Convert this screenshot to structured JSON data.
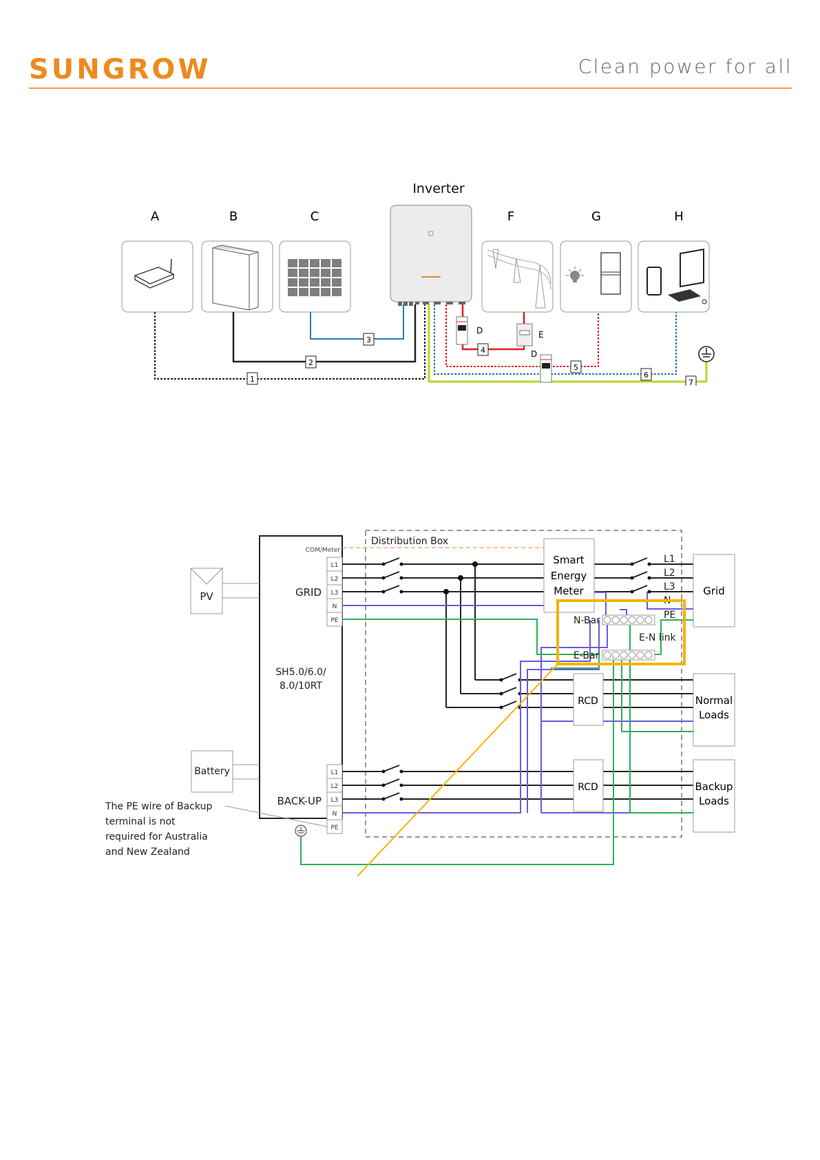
{
  "header": {
    "brand": "SUNGROW",
    "tagline": "Clean power for all",
    "brand_color": "#ee8a1d",
    "rule_color": "#f0a040"
  },
  "system_diagram": {
    "inverter_label": "Inverter",
    "components": [
      {
        "letter": "A",
        "name": "router",
        "icon": "router-icon"
      },
      {
        "letter": "B",
        "name": "battery",
        "icon": "battery-icon"
      },
      {
        "letter": "C",
        "name": "pv-panel",
        "icon": "solar-panel-icon"
      },
      {
        "letter": "F",
        "name": "grid",
        "icon": "power-tower-icon"
      },
      {
        "letter": "G",
        "name": "loads",
        "icon": "bulb-fridge-icon"
      },
      {
        "letter": "H",
        "name": "monitoring",
        "icon": "phone-computer-icon"
      }
    ],
    "breaker_label_1": "D",
    "breaker_label_2": "D",
    "meter_label": "E",
    "cables": [
      {
        "num": "1",
        "style": "dotted",
        "color": "#222222"
      },
      {
        "num": "2",
        "style": "solid",
        "color": "#222222"
      },
      {
        "num": "3",
        "style": "solid",
        "color": "#2a7ab8"
      },
      {
        "num": "4",
        "style": "solid",
        "color": "#e02020"
      },
      {
        "num": "5",
        "style": "dotted",
        "color": "#e02020"
      },
      {
        "num": "6",
        "style": "dotted",
        "color": "#2a7ab8"
      },
      {
        "num": "7",
        "style": "solid",
        "color": "#b8d62a"
      }
    ]
  },
  "wiring_diagram": {
    "pv_label": "PV",
    "battery_label": "Battery",
    "inverter_model": [
      "SH5.0/6.0/",
      "8.0/10RT"
    ],
    "com_label": "COM/Meter",
    "grid_port_label": "GRID",
    "backup_port_label": "BACK-UP",
    "grid_terminals": [
      "L1",
      "L2",
      "L3",
      "N",
      "PE"
    ],
    "backup_terminals": [
      "L1",
      "L2",
      "L3",
      "N",
      "PE"
    ],
    "distribution_box_label": "Distribution Box",
    "meter_label": [
      "Smart",
      "Energy",
      "Meter"
    ],
    "grid_lines": [
      "L1",
      "L2",
      "L3",
      "N",
      "PE"
    ],
    "grid_label": "Grid",
    "nbar_label": "N-Bar",
    "ebar_label": "E-Bar",
    "en_link_label": "E-N link",
    "rcd_label": "RCD",
    "normal_loads_label": [
      "Normal",
      "Loads"
    ],
    "backup_loads_label": [
      "Backup",
      "Loads"
    ],
    "note": [
      "The PE wire of Backup",
      "terminal is not",
      "required for Australia",
      "and New Zealand"
    ],
    "colors": {
      "phase": "#222222",
      "neutral": "#6a5ae0",
      "earth": "#2fae5a",
      "com": "#f0a878",
      "highlight": "#f4b400"
    }
  }
}
